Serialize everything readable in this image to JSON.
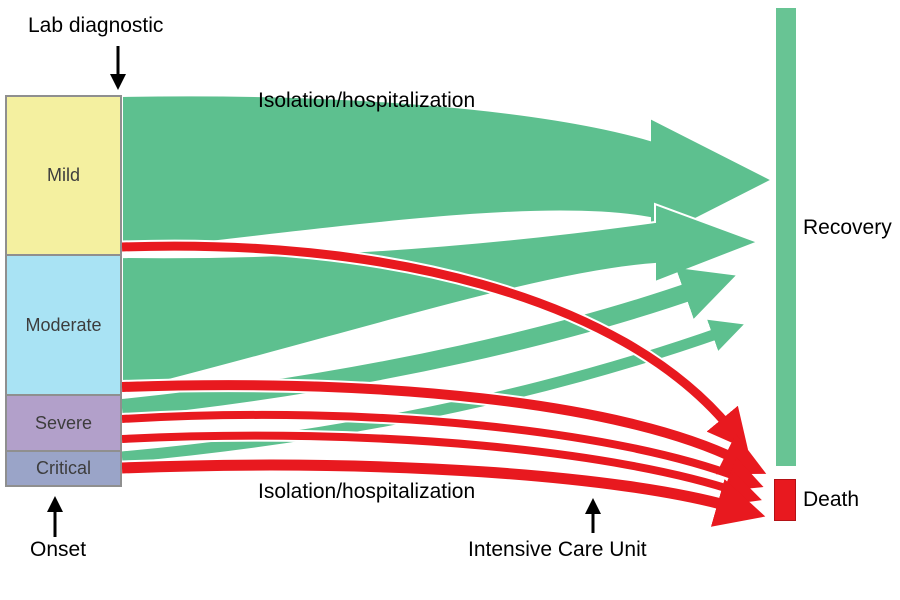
{
  "diagram_type": "sankey-flow",
  "labels": {
    "lab_diagnostic": "Lab diagnostic",
    "isolation_top": "Isolation/hospitalization",
    "isolation_bottom": "Isolation/hospitalization",
    "onset": "Onset",
    "icu": "Intensive Care Unit",
    "recovery": "Recovery",
    "death": "Death"
  },
  "nodes": [
    {
      "label": "Mild",
      "color": "#f4f0a0"
    },
    {
      "label": "Moderate",
      "color": "#a9e3f4"
    },
    {
      "label": "Severe",
      "color": "#b2a0ca"
    },
    {
      "label": "Critical",
      "color": "#9aa4c8"
    }
  ],
  "outcomes": [
    {
      "label": "Recovery",
      "color": "#68c494"
    },
    {
      "label": "Death",
      "color": "#e8191f"
    }
  ],
  "flow_colors": {
    "recovery_flow": "#5dc08f",
    "death_flow": "#e8191f"
  },
  "flows": [
    {
      "from": "Mild",
      "to": "Recovery",
      "color": "green"
    },
    {
      "from": "Moderate",
      "to": "Recovery",
      "color": "green"
    },
    {
      "from": "Severe",
      "to": "Recovery",
      "color": "green"
    },
    {
      "from": "Critical",
      "to": "Recovery",
      "color": "green"
    },
    {
      "from": "Mild",
      "to": "Death",
      "color": "red"
    },
    {
      "from": "Moderate",
      "to": "Death",
      "color": "red"
    },
    {
      "from": "Severe",
      "to": "Death",
      "color": "red"
    },
    {
      "from": "Severe",
      "to": "Death",
      "color": "red"
    },
    {
      "from": "Critical",
      "to": "Death",
      "color": "red"
    }
  ]
}
